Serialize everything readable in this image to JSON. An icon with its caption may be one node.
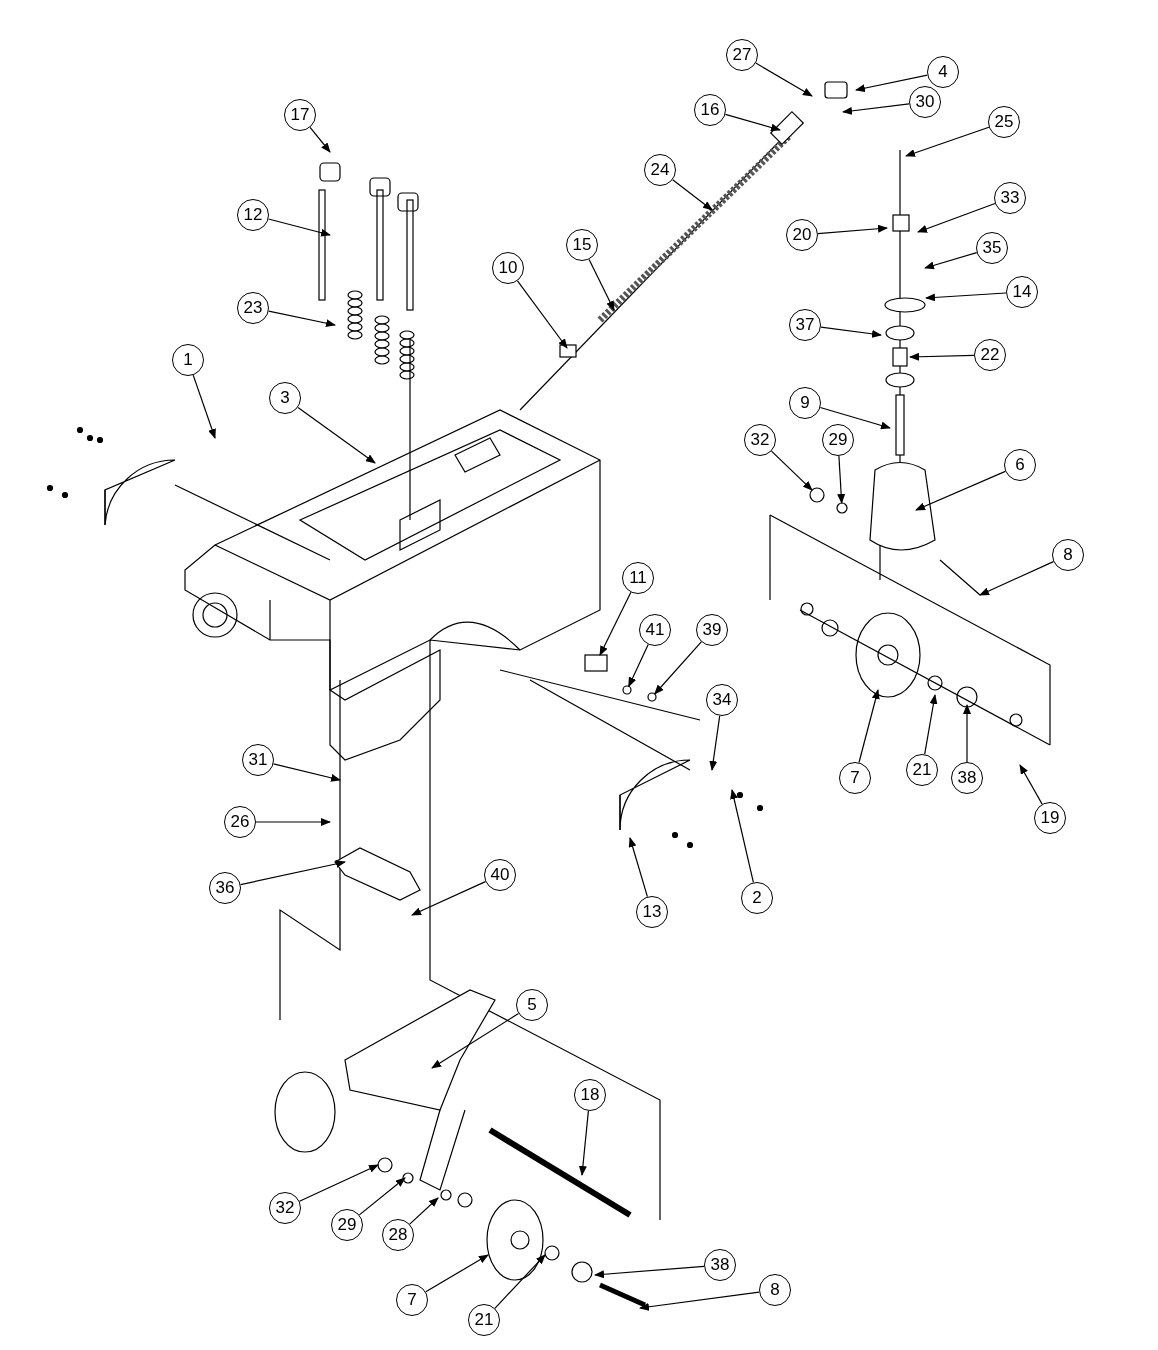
{
  "diagram": {
    "nodes": [
      {
        "text": [
          "27"
        ]
      },
      {
        "text": [
          "4"
        ]
      },
      {
        "text": [
          "30"
        ]
      },
      {
        "text": [
          "16"
        ]
      },
      {
        "text": [
          "17"
        ]
      },
      {
        "text": [
          "25"
        ]
      },
      {
        "text": [
          "24"
        ]
      },
      {
        "text": [
          "33"
        ]
      },
      {
        "text": [
          "12"
        ]
      },
      {
        "text": [
          "20"
        ]
      },
      {
        "text": [
          "15"
        ]
      },
      {
        "text": [
          "35"
        ]
      },
      {
        "text": [
          "10"
        ]
      },
      {
        "text": [
          "14"
        ]
      },
      {
        "text": [
          "23"
        ]
      },
      {
        "text": [
          "37"
        ]
      },
      {
        "text": [
          "22"
        ]
      },
      {
        "text": [
          "1"
        ]
      },
      {
        "text": [
          "3"
        ]
      },
      {
        "text": [
          "9"
        ]
      },
      {
        "text": [
          "32"
        ]
      },
      {
        "text": [
          "29"
        ]
      },
      {
        "text": [
          "6"
        ]
      },
      {
        "text": [
          "8"
        ]
      },
      {
        "text": [
          "11"
        ]
      },
      {
        "text": [
          "41"
        ]
      },
      {
        "text": [
          "39"
        ]
      },
      {
        "text": [
          "34"
        ]
      },
      {
        "text": [
          "31"
        ]
      },
      {
        "text": [
          "7"
        ]
      },
      {
        "text": [
          "21"
        ]
      },
      {
        "text": [
          "38"
        ]
      },
      {
        "text": [
          "19"
        ]
      },
      {
        "text": [
          "26"
        ]
      },
      {
        "text": [
          "36"
        ]
      },
      {
        "text": [
          "40"
        ]
      },
      {
        "text": [
          "2"
        ]
      },
      {
        "text": [
          "13"
        ]
      },
      {
        "text": [
          "5"
        ]
      },
      {
        "text": [
          "18"
        ]
      },
      {
        "text": [
          "32"
        ]
      },
      {
        "text": [
          "29"
        ]
      },
      {
        "text": [
          "28"
        ]
      },
      {
        "text": [
          "7"
        ]
      },
      {
        "text": [
          "21"
        ]
      },
      {
        "text": [
          "38"
        ]
      },
      {
        "text": [
          "8"
        ]
      },
      {
        "text": [],
        "shape": "box"
      },
      {
        "text": [],
        "shape": "circle"
      },
      {
        "text": [],
        "shape": "circle"
      },
      {
        "text": [],
        "shape": "circle"
      },
      {
        "text": [],
        "shape": "circle"
      }
    ],
    "edges": [
      {
        "from": 0,
        "to": null,
        "arrow": "to"
      },
      {
        "from": 1,
        "to": null,
        "arrow": "to"
      },
      {
        "from": 2,
        "to": null,
        "arrow": "to"
      },
      {
        "from": 3,
        "to": null,
        "arrow": "to"
      },
      {
        "from": 4,
        "to": null,
        "arrow": "to"
      },
      {
        "from": 5,
        "to": null,
        "arrow": "to"
      },
      {
        "from": 6,
        "to": null,
        "arrow": "to"
      },
      {
        "from": 7,
        "to": null,
        "arrow": "to"
      },
      {
        "from": 8,
        "to": null,
        "arrow": "to"
      },
      {
        "from": 9,
        "to": null,
        "arrow": "to"
      },
      {
        "from": 10,
        "to": null,
        "arrow": "to"
      },
      {
        "from": 11,
        "to": null,
        "arrow": "to"
      },
      {
        "from": 12,
        "to": null,
        "arrow": "to"
      },
      {
        "from": 13,
        "to": null,
        "arrow": "to"
      },
      {
        "from": 14,
        "to": null,
        "arrow": "to"
      },
      {
        "from": 15,
        "to": null,
        "arrow": "to"
      },
      {
        "from": 16,
        "to": null,
        "arrow": "to"
      },
      {
        "from": 17,
        "to": null,
        "arrow": "to"
      },
      {
        "from": 18,
        "to": null,
        "arrow": "to"
      },
      {
        "from": 19,
        "to": null,
        "arrow": "to"
      },
      {
        "from": 20,
        "to": 48,
        "arrow": "to"
      },
      {
        "from": 21,
        "to": 49,
        "arrow": "to"
      },
      {
        "from": 22,
        "to": null,
        "arrow": "to"
      },
      {
        "from": 23,
        "to": null,
        "arrow": "to"
      },
      {
        "from": 24,
        "to": 47,
        "arrow": "to"
      },
      {
        "from": 25,
        "to": 50,
        "arrow": "to"
      },
      {
        "from": 26,
        "to": 51,
        "arrow": "to"
      },
      {
        "from": 27,
        "to": null,
        "arrow": "to"
      },
      {
        "from": 28,
        "to": null,
        "arrow": "to"
      },
      {
        "from": 29,
        "to": null,
        "arrow": "to"
      },
      {
        "from": 30,
        "to": null,
        "arrow": "to"
      },
      {
        "from": 31,
        "to": null,
        "arrow": "to"
      },
      {
        "from": 32,
        "to": null,
        "arrow": "to"
      },
      {
        "from": 33,
        "to": null,
        "arrow": "to"
      },
      {
        "from": 34,
        "to": null,
        "arrow": "to"
      },
      {
        "from": 35,
        "to": null,
        "arrow": "to"
      },
      {
        "from": 36,
        "to": null,
        "arrow": "to"
      },
      {
        "from": 37,
        "to": null,
        "arrow": "to"
      },
      {
        "from": 38,
        "to": null,
        "arrow": "to"
      },
      {
        "from": 39,
        "to": null,
        "arrow": "to"
      },
      {
        "from": 40,
        "to": null,
        "arrow": "to"
      },
      {
        "from": 41,
        "to": null,
        "arrow": "to"
      },
      {
        "from": 42,
        "to": null,
        "arrow": "to"
      },
      {
        "from": 43,
        "to": null,
        "arrow": "to"
      },
      {
        "from": 44,
        "to": null,
        "arrow": "to"
      },
      {
        "from": 45,
        "to": null,
        "arrow": "to"
      },
      {
        "from": 46,
        "to": null,
        "arrow": "to"
      }
    ]
  }
}
